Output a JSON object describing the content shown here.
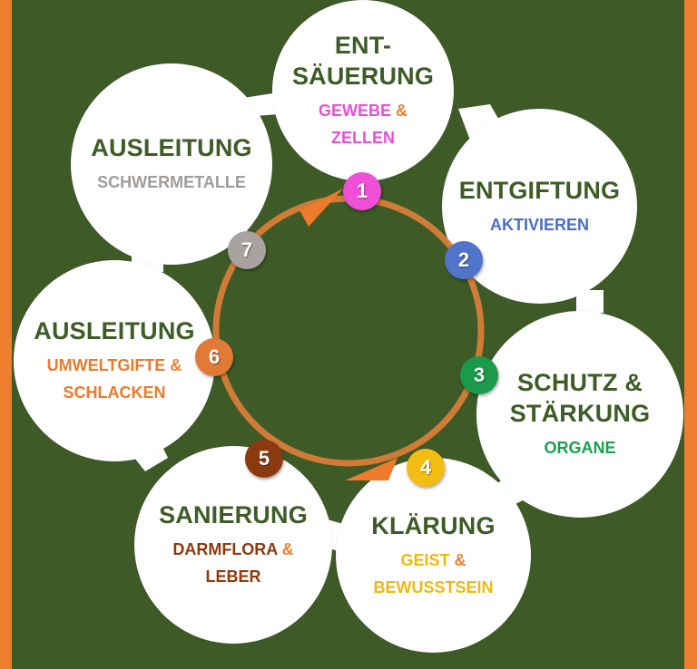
{
  "colors": {
    "background": "#3d5a27",
    "frame": "#ef7f2f",
    "title": "#3e5c26",
    "ring": "#e07e3a"
  },
  "steps": [
    {
      "number": "1",
      "title_line1": "ENT-",
      "title_line2": "SÄUERUNG",
      "sub_line1": "GEWEBE",
      "sub_line1_amp": "&",
      "sub_line2": "ZELLEN",
      "color": "#f04fd8",
      "sub_color": "#e94fd6"
    },
    {
      "number": "2",
      "title_line1": "ENTGIFTUNG",
      "sub_line1": "AKTIVIEREN",
      "color": "#4f74c9",
      "sub_color": "#4a6fc6"
    },
    {
      "number": "3",
      "title_line1": "SCHUTZ &",
      "title_line2": "STÄRKUNG",
      "sub_line1": "ORGANE",
      "color": "#1a9a4a",
      "sub_color": "#18a150"
    },
    {
      "number": "4",
      "title_line1": "KLÄRUNG",
      "sub_line1": "GEIST",
      "sub_line1_amp": "&",
      "sub_line2": "BEWUSSTSEIN",
      "color": "#f3bd14",
      "sub_color": "#f0b90f"
    },
    {
      "number": "5",
      "title_line1": "SANIERUNG",
      "sub_line1": "DARMFLORA",
      "sub_line1_amp": "&",
      "sub_line2": "LEBER",
      "color": "#8b3a10",
      "sub_color": "#8c3a0e"
    },
    {
      "number": "6",
      "title_line1": "AUSLEITUNG",
      "sub_line1": "UMWELTGIFTE",
      "sub_line1_amp": "&",
      "sub_line2": "SCHLACKEN",
      "color": "#e17a35",
      "sub_color": "#ea7a2c"
    },
    {
      "number": "7",
      "title_line1": "AUSLEITUNG",
      "sub_line1": "SCHWERMETALLE",
      "color": "#a8a3a0",
      "sub_color": "#a09c99"
    }
  ]
}
